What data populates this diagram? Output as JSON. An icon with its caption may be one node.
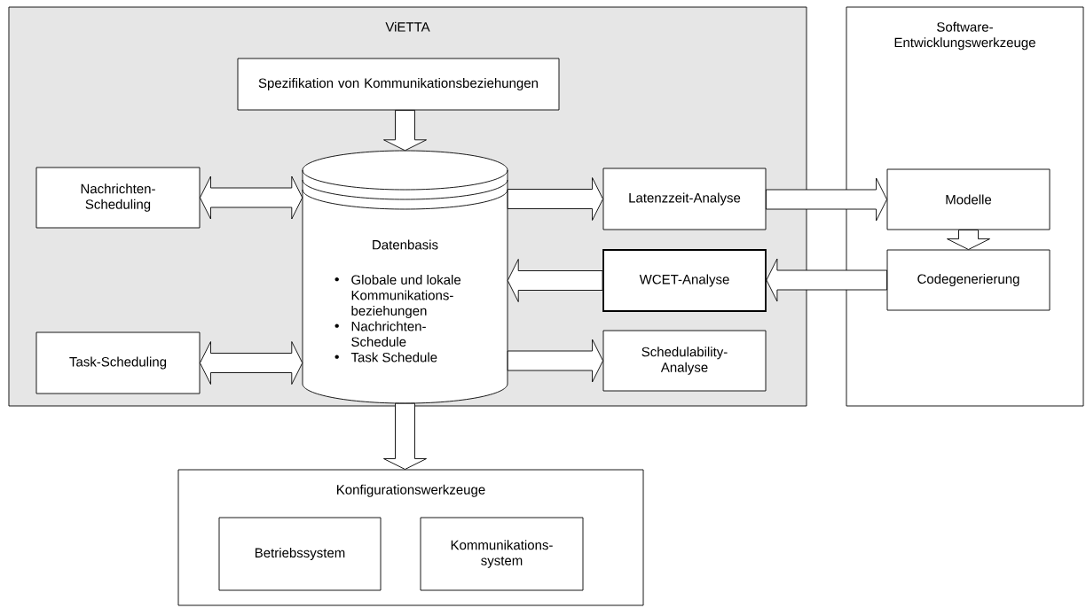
{
  "diagram": {
    "nodes": [
      {
        "text": [
          "ViETTA"
        ]
      },
      {
        "text": [
          "Spezifikation von Kommunikationsbeziehungen"
        ],
        "in": 0
      },
      {
        "text": [
          "Nachrichten-Scheduling"
        ],
        "in": 0
      },
      {
        "text": [
          "Datenbasis",
          "Globale und lokale Kommunikations-beziehungen",
          "Nachrichten-Schedule",
          "Task Schedule"
        ],
        "in": 0
      },
      {
        "text": [
          "Task-Scheduling"
        ],
        "in": 0
      },
      {
        "text": [
          "Latenzzeit-Analyse"
        ],
        "in": 0
      },
      {
        "text": [
          "WCET-Analyse"
        ],
        "in": 0
      },
      {
        "text": [
          "Schedulability-Analyse"
        ],
        "in": 0
      },
      {
        "text": [
          "Software-Entwicklungswerkzeuge"
        ]
      },
      {
        "text": [
          "Modelle"
        ],
        "in": 8
      },
      {
        "text": [
          "Codegenerierung"
        ],
        "in": 8
      },
      {
        "text": [
          "Konfigurationswerkzeuge"
        ]
      },
      {
        "text": [
          "Betriebssystem"
        ],
        "in": 11
      },
      {
        "text": [
          "Kommunikations-system"
        ],
        "in": 11
      }
    ],
    "edges": [
      {
        "from": 1,
        "to": 3,
        "arrow": "to"
      },
      {
        "from": 2,
        "to": 3,
        "arrow": "both"
      },
      {
        "from": 3,
        "to": 5,
        "arrow": "to"
      },
      {
        "from": 6,
        "to": 3,
        "arrow": "to"
      },
      {
        "from": 4,
        "to": 3,
        "arrow": "both"
      },
      {
        "from": 3,
        "to": 7,
        "arrow": "to"
      },
      {
        "from": 5,
        "to": 9,
        "arrow": "to"
      },
      {
        "from": 9,
        "to": 10,
        "arrow": "to"
      },
      {
        "from": 10,
        "to": 6,
        "arrow": "to"
      },
      {
        "from": 3,
        "to": 11,
        "arrow": "to"
      }
    ]
  }
}
